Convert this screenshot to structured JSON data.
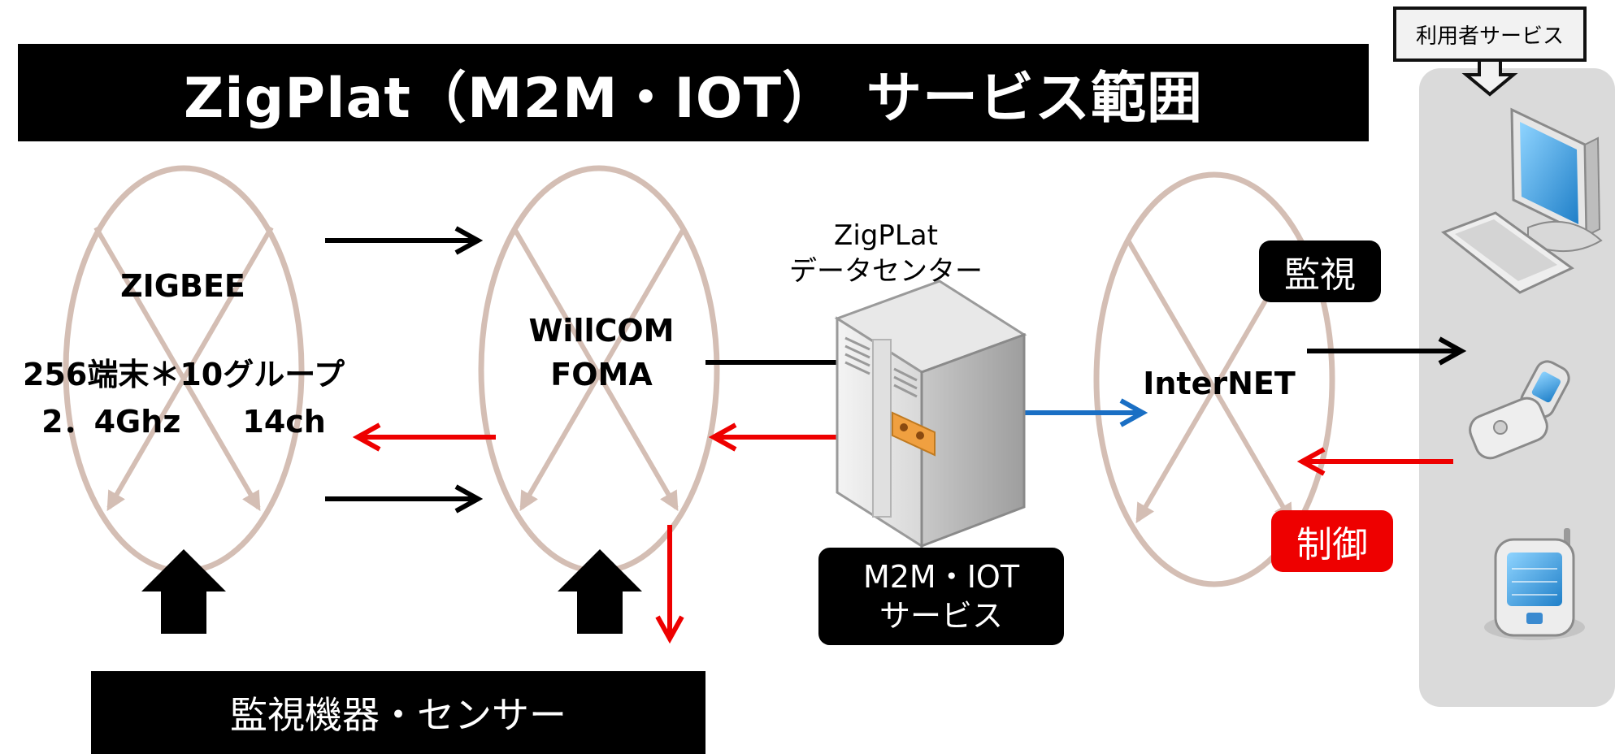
{
  "title": "ZigPlat（M2M・IOT）　サービス範囲",
  "user_service_label": "利用者サービス",
  "zigbee": {
    "label": "ZIGBEE",
    "spec_line1": "256端末＊10グループ",
    "spec_line2": "2．4Ghz　　14ch"
  },
  "willcom": {
    "line1": "WillCOM",
    "line2": "FOMA"
  },
  "datacenter": {
    "line1": "ZigPLat",
    "line2": "データセンター"
  },
  "m2m_badge": {
    "line1": "M2M・IOT",
    "line2": "サービス"
  },
  "internet_label": "InterNET",
  "monitor_label": "監視",
  "control_label": "制御",
  "bottom_label": "監視機器・センサー",
  "colors": {
    "ellipse": "#d4beb4",
    "control_arrow": "#ee0000",
    "monitor_arrow": "#000000",
    "link_arrow": "#1a6fc4",
    "panel": "#dadada",
    "accent_orange": "#f0a040",
    "screen_blue": "#2a9fe0"
  },
  "icons": [
    "desktop-computer-icon",
    "flip-phone-icon",
    "pda-phone-icon",
    "server-icon",
    "up-arrow-icon"
  ]
}
